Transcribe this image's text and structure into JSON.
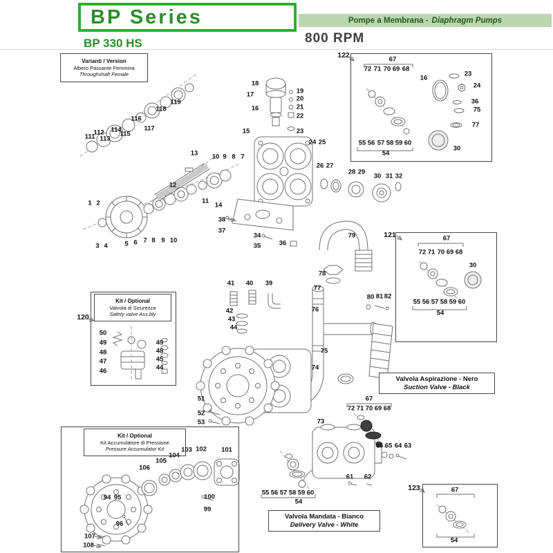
{
  "header": {
    "series_title": "BP  Series",
    "model": "BP 330 HS",
    "category_it": "Pompe a Membrana -",
    "category_en": "Diaphragm Pumps",
    "rpm": "800 RPM"
  },
  "colors": {
    "accent_border": "#2fae2f",
    "title_green": "#2e8b2e",
    "category_bar_bg": "#bcd6b2",
    "category_bar_text": "#1d5a1d",
    "rpm_text": "#3f3f3f"
  },
  "inset_boxes": {
    "variant": {
      "title": "Varianti / Version",
      "line1": "Albero Passante Femmina",
      "line2": "Throughshaft Female"
    },
    "safety_kit": {
      "title": "Kit / Optional",
      "line1": "Valvola di Sicurezza",
      "line2": "Safety valve Ass.bly"
    },
    "accumulator_kit": {
      "title": "Kit / Optional",
      "line1": "Kit Accumulatore di Pressione",
      "line2": "Pressure Accumulator Kit"
    },
    "suction_valve": {
      "line1": "Valvola Aspirazione - Nero",
      "line2": "Suction Valve - Black"
    },
    "delivery_valve": {
      "line1": "Valvola Mandata - Bianco",
      "line2": "Delivery Valve - White"
    }
  },
  "ref_labels": [
    [
      "120",
      120,
      459
    ],
    [
      "121",
      564,
      340
    ],
    [
      "122",
      497,
      80
    ],
    [
      "123",
      599,
      706
    ]
  ],
  "parts": [
    [
      "111",
      130,
      198
    ],
    [
      "112",
      143,
      192
    ],
    [
      "113",
      152,
      201
    ],
    [
      "114",
      168,
      188
    ],
    [
      "115",
      181,
      194
    ],
    [
      "116",
      197,
      172
    ],
    [
      "117",
      216,
      186
    ],
    [
      "118",
      233,
      158
    ],
    [
      "119",
      254,
      148
    ],
    [
      "13",
      281,
      222
    ],
    [
      "12",
      250,
      268
    ],
    [
      "11",
      297,
      291
    ],
    [
      "14",
      316,
      297
    ],
    [
      "1",
      130,
      294
    ],
    [
      "2",
      142,
      294
    ],
    [
      "3",
      141,
      356
    ],
    [
      "4",
      153,
      356
    ],
    [
      "5",
      183,
      353
    ],
    [
      "6",
      196,
      351
    ],
    [
      "7",
      210,
      348
    ],
    [
      "8",
      222,
      348
    ],
    [
      "9",
      236,
      348
    ],
    [
      "10",
      251,
      348
    ],
    [
      "10",
      312,
      227
    ],
    [
      "9",
      325,
      227
    ],
    [
      "8",
      338,
      227
    ],
    [
      "7",
      351,
      227
    ],
    [
      "15",
      356,
      190
    ],
    [
      "18",
      369,
      121
    ],
    [
      "17",
      362,
      137
    ],
    [
      "16",
      369,
      157
    ],
    [
      "19",
      434,
      132
    ],
    [
      "20",
      434,
      143
    ],
    [
      "21",
      434,
      155
    ],
    [
      "22",
      434,
      168
    ],
    [
      "23",
      434,
      190
    ],
    [
      "24",
      452,
      206
    ],
    [
      "25",
      466,
      206
    ],
    [
      "26",
      463,
      240
    ],
    [
      "27",
      477,
      240
    ],
    [
      "28",
      509,
      249
    ],
    [
      "29",
      523,
      249
    ],
    [
      "30",
      546,
      255
    ],
    [
      "31",
      563,
      255
    ],
    [
      "32",
      577,
      255
    ],
    [
      "38",
      321,
      318
    ],
    [
      "37",
      321,
      334
    ],
    [
      "34",
      372,
      341
    ],
    [
      "35",
      372,
      356
    ],
    [
      "36",
      409,
      352
    ],
    [
      "79",
      509,
      341
    ],
    [
      "78",
      466,
      396
    ],
    [
      "77",
      459,
      417
    ],
    [
      "80",
      536,
      430
    ],
    [
      "81",
      549,
      429
    ],
    [
      "82",
      561,
      429
    ],
    [
      "76",
      456,
      448
    ],
    [
      "75",
      469,
      508
    ],
    [
      "74",
      456,
      532
    ],
    [
      "41",
      334,
      410
    ],
    [
      "40",
      361,
      410
    ],
    [
      "39",
      389,
      410
    ],
    [
      "42",
      332,
      450
    ],
    [
      "43",
      335,
      462
    ],
    [
      "44",
      338,
      474
    ],
    [
      "50",
      149,
      482
    ],
    [
      "49",
      149,
      496
    ],
    [
      "48",
      149,
      510
    ],
    [
      "47",
      149,
      523
    ],
    [
      "46",
      149,
      537
    ],
    [
      "49",
      231,
      496
    ],
    [
      "48",
      231,
      508
    ],
    [
      "45",
      231,
      520
    ],
    [
      "44",
      231,
      532
    ],
    [
      "51",
      291,
      577
    ],
    [
      "52",
      291,
      598
    ],
    [
      "53",
      291,
      611
    ],
    [
      "73",
      464,
      610
    ],
    [
      "66",
      549,
      645
    ],
    [
      "65",
      562,
      645
    ],
    [
      "64",
      576,
      645
    ],
    [
      "63",
      590,
      645
    ],
    [
      "61",
      506,
      690
    ],
    [
      "62",
      532,
      690
    ],
    [
      "55",
      384,
      713
    ],
    [
      "56",
      397,
      713
    ],
    [
      "57",
      410,
      713
    ],
    [
      "58",
      423,
      713
    ],
    [
      "59",
      436,
      713
    ],
    [
      "60",
      449,
      713
    ],
    [
      "54",
      432,
      726
    ],
    [
      "67",
      534,
      577
    ],
    [
      "72",
      508,
      591
    ],
    [
      "71",
      521,
      591
    ],
    [
      "70",
      534,
      591
    ],
    [
      "69",
      547,
      591
    ],
    [
      "68",
      560,
      591
    ],
    [
      "67",
      568,
      86
    ],
    [
      "72",
      532,
      100
    ],
    [
      "71",
      546,
      100
    ],
    [
      "70",
      560,
      100
    ],
    [
      "69",
      573,
      100
    ],
    [
      "68",
      587,
      100
    ],
    [
      "16",
      613,
      113
    ],
    [
      "23",
      677,
      107
    ],
    [
      "24",
      690,
      124
    ],
    [
      "36",
      687,
      147
    ],
    [
      "75",
      690,
      159
    ],
    [
      "77",
      688,
      181
    ],
    [
      "30",
      661,
      215
    ],
    [
      "55",
      524,
      207
    ],
    [
      "56",
      537,
      207
    ],
    [
      "57",
      551,
      207
    ],
    [
      "58",
      564,
      207
    ],
    [
      "59",
      577,
      207
    ],
    [
      "60",
      590,
      207
    ],
    [
      "54",
      558,
      222
    ],
    [
      "67",
      646,
      345
    ],
    [
      "72",
      611,
      365
    ],
    [
      "71",
      624,
      365
    ],
    [
      "70",
      638,
      365
    ],
    [
      "69",
      651,
      365
    ],
    [
      "68",
      664,
      365
    ],
    [
      "30",
      684,
      384
    ],
    [
      "55",
      603,
      437
    ],
    [
      "56",
      616,
      437
    ],
    [
      "57",
      629,
      437
    ],
    [
      "58",
      642,
      437
    ],
    [
      "59",
      655,
      437
    ],
    [
      "60",
      668,
      437
    ],
    [
      "54",
      637,
      453
    ],
    [
      "67",
      658,
      709
    ],
    [
      "54",
      657,
      782
    ],
    [
      "105",
      233,
      667
    ],
    [
      "104",
      252,
      659
    ],
    [
      "103",
      270,
      651
    ],
    [
      "102",
      291,
      650
    ],
    [
      "101",
      328,
      651
    ],
    [
      "106",
      209,
      677
    ],
    [
      "100",
      303,
      719
    ],
    [
      "99",
      300,
      737
    ],
    [
      "94",
      155,
      720
    ],
    [
      "95",
      170,
      720
    ],
    [
      "96",
      173,
      758
    ],
    [
      "107",
      130,
      776
    ],
    [
      "108",
      128,
      789
    ]
  ]
}
